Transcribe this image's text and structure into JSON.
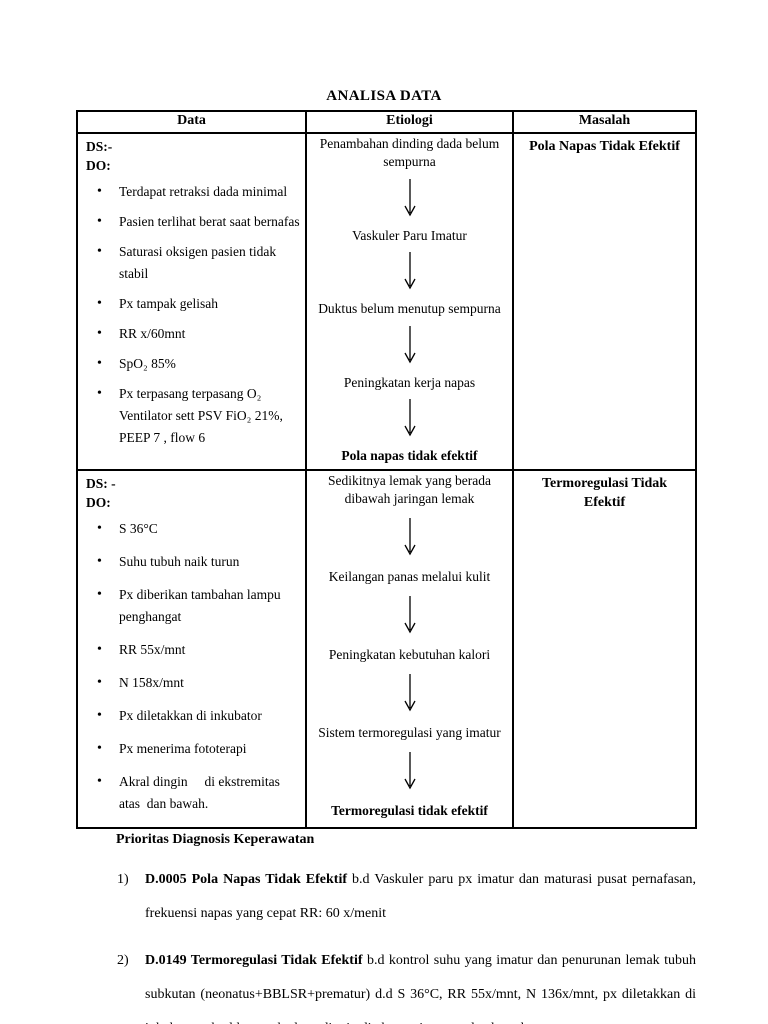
{
  "title": "ANALISA DATA",
  "icons": {
    "down_arrow": "down-arrow"
  },
  "table": {
    "headers": [
      "Data",
      "Etiologi",
      "Masalah"
    ],
    "rows": [
      {
        "ds": "DS:-",
        "do": "DO:",
        "bullets": [
          "Terdapat retraksi dada minimal",
          "Pasien terlihat berat saat bernafas",
          "Saturasi oksigen pasien tidak stabil",
          "Px tampak gelisah",
          "RR x/60mnt",
          "SpO₂ 85%",
          "Px terpasang terpasang O₂ Ventilator sett PSV FiO₂ 21%, PEEP 7 , flow 6"
        ],
        "etiologi_steps": [
          "Penambahan dinding dada belum sempurna",
          "Vaskuler Paru Imatur",
          "Duktus belum menutup sempurna",
          "Peningkatan kerja napas"
        ],
        "etiologi_final": "Pola napas tidak efektif",
        "masalah": "Pola Napas Tidak Efektif"
      },
      {
        "ds": "DS: -",
        "do": "DO:",
        "bullets": [
          "S 36°C",
          "Suhu tubuh naik turun",
          "Px diberikan tambahan lampu penghangat",
          "RR 55x/mnt",
          "N 158x/mnt",
          "Px diletakkan di inkubator",
          "Px menerima fototerapi",
          "Akral dingin     di ekstremitas atas  dan bawah."
        ],
        "etiologi_steps": [
          "Sedikitnya lemak yang berada dibawah jaringan lemak",
          "Keilangan panas melalui kulit",
          "Peningkatan kebutuhan kalori",
          "Sistem termoregulasi yang imatur"
        ],
        "etiologi_final": "Termoregulasi tidak efektif",
        "masalah": "Termoregulasi Tidak Efektif"
      }
    ]
  },
  "priority": {
    "heading": "Prioritas Diagnosis Keperawatan",
    "items": [
      {
        "number": "1)",
        "bold": "D.0005 Pola Napas Tidak Efektif",
        "rest": "b.d Vaskuler paru px imatur dan maturasi pusat pernafasan, frekuensi napas yang cepat RR: 60 x/menit"
      },
      {
        "number": "2)",
        "bold": "D.0149 Termoregulasi Tidak Efektif",
        "rest": "b.d kontrol suhu yang imatur dan penurunan lemak tubuh subkutan (neonatus+BBLSR+prematur) d.d S 36°C, RR 55x/mnt, N 136x/mnt, px diletakkan di  inkubator, akral  hangat kadang dingin di ekstremitas atas dan bawah."
      }
    ]
  }
}
